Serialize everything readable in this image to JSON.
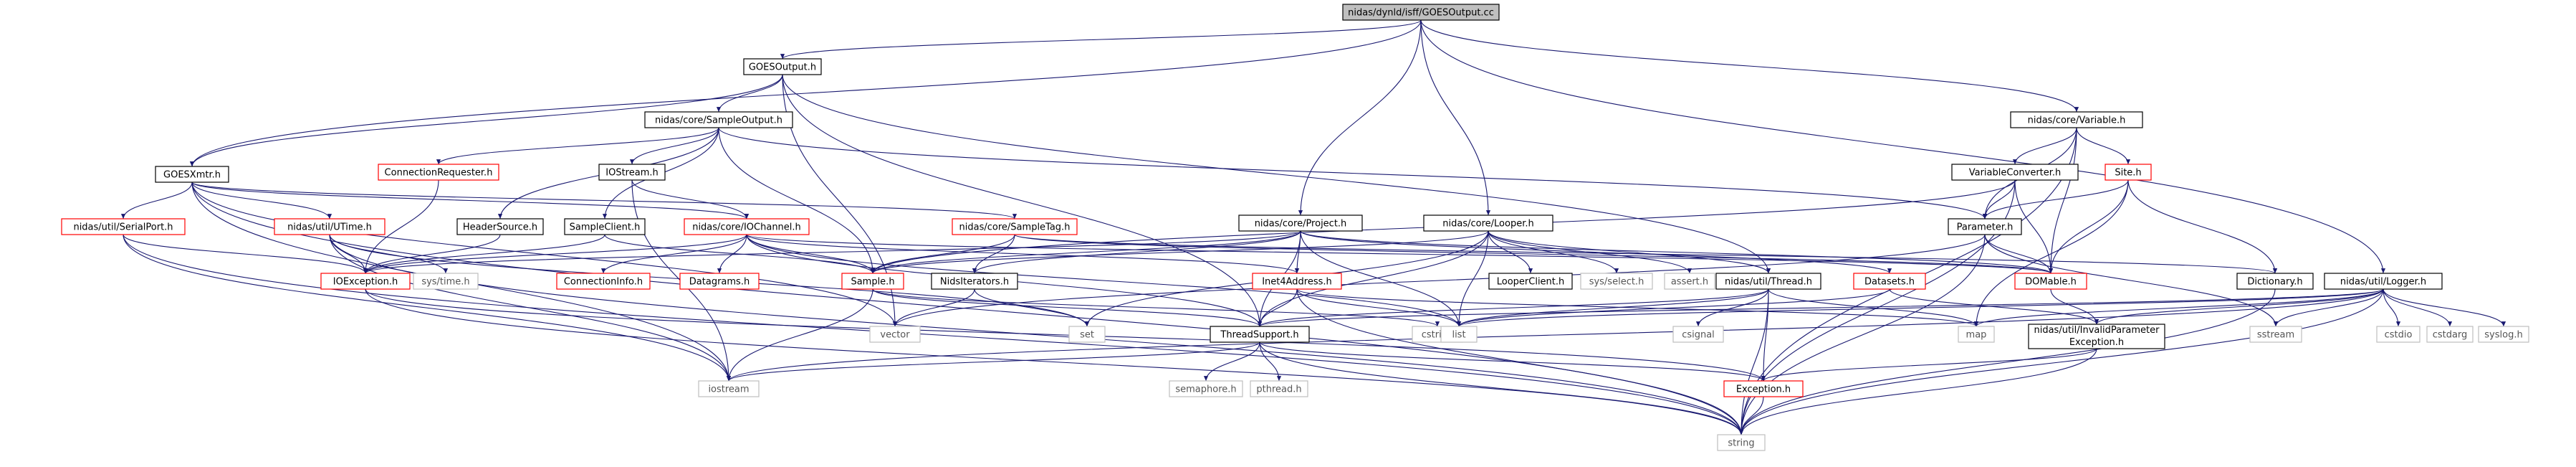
{
  "graph": {
    "title": "nidas/dynld/isff/GOESOutput.cc",
    "colors": {
      "edge": "#191970",
      "root_fill": "#bfbfbf",
      "node_border": "#000000",
      "link_border": "#ff0000",
      "external_border": "#bfbfbf",
      "external_text": "#555555"
    },
    "nodes": {
      "root": "nidas/dynld/isff/GOESOutput.cc",
      "goesoutput_h": "GOESOutput.h",
      "sampleoutput_h": "nidas/core/SampleOutput.h",
      "goesxmtr_h": "GOESXmtr.h",
      "connectionrequester_h": "ConnectionRequester.h",
      "iostream_h": "IOStream.h",
      "headersource_h": "HeaderSource.h",
      "sampleclient_h": "SampleClient.h",
      "serialport_h": "nidas/util/SerialPort.h",
      "utime_h": "nidas/util/UTime.h",
      "iochannel_h": "nidas/core/IOChannel.h",
      "sampletag_h": "nidas/core/SampleTag.h",
      "project_h": "nidas/core/Project.h",
      "looper_h": "nidas/core/Looper.h",
      "variable_h": "nidas/core/Variable.h",
      "variableconverter_h": "VariableConverter.h",
      "site_h": "Site.h",
      "parameter_h": "Parameter.h",
      "logger_h": "nidas/util/Logger.h",
      "ioexception_h": "IOException.h",
      "systime_h": "sys/time.h",
      "connectioninfo_h": "ConnectionInfo.h",
      "datagrams_h": "Datagrams.h",
      "sample_h": "Sample.h",
      "nidsiterators_h": "NidsIterators.h",
      "inet4address_h": "Inet4Address.h",
      "looperclient_h": "LooperClient.h",
      "sysselect_h": "sys/select.h",
      "assert_h": "assert.h",
      "thread_h": "nidas/util/Thread.h",
      "datasets_h": "Datasets.h",
      "domable_h": "DOMable.h",
      "dictionary_h": "Dictionary.h",
      "vector": "vector",
      "set": "set",
      "threadsupport_h": "ThreadSupport.h",
      "cstring": "cstring",
      "list": "list",
      "csignal": "csignal",
      "map": "map",
      "invalidparameter_h_line1": "nidas/util/InvalidParameter",
      "invalidparameter_h_line2": "Exception.h",
      "sstream": "sstream",
      "cstdio": "cstdio",
      "cstdarg": "cstdarg",
      "syslog_h": "syslog.h",
      "iostream": "iostream",
      "semaphore_h": "semaphore.h",
      "pthread_h": "pthread.h",
      "exception_h": "Exception.h",
      "string": "string"
    }
  }
}
